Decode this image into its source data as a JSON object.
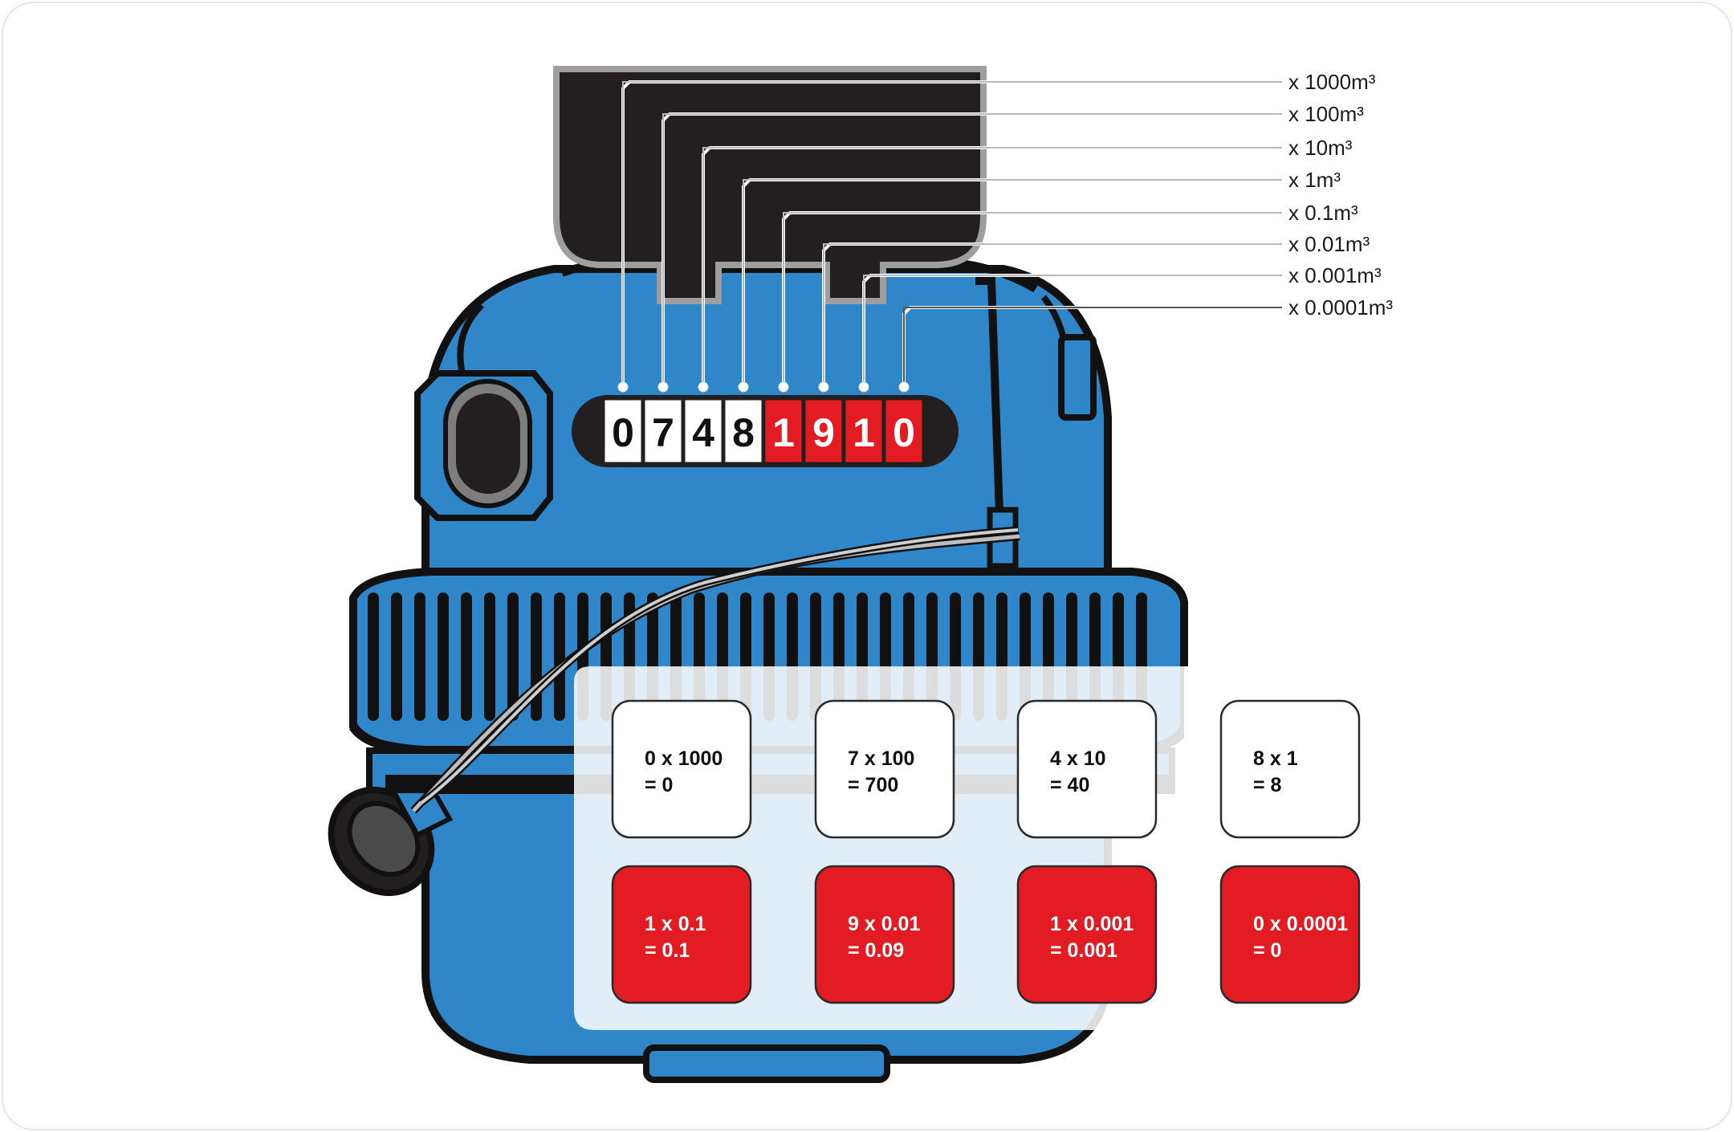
{
  "digits": [
    {
      "value": "0",
      "color": "white"
    },
    {
      "value": "7",
      "color": "white"
    },
    {
      "value": "4",
      "color": "white"
    },
    {
      "value": "8",
      "color": "white"
    },
    {
      "value": "1",
      "color": "red"
    },
    {
      "value": "9",
      "color": "red"
    },
    {
      "value": "1",
      "color": "red"
    },
    {
      "value": "0",
      "color": "red"
    }
  ],
  "multipliers": [
    "x 1000m³",
    "x 100m³",
    "x 10m³",
    "x 1m³",
    "x 0.1m³",
    "x 0.01m³",
    "x 0.001m³",
    "x 0.0001m³"
  ],
  "cards": {
    "white": [
      {
        "line1": "0 x 1000",
        "line2": "= 0"
      },
      {
        "line1": "7 x 100",
        "line2": "= 700"
      },
      {
        "line1": "4 x 10",
        "line2": "= 40"
      },
      {
        "line1": "8 x 1",
        "line2": "= 8"
      }
    ],
    "red": [
      {
        "line1": "1 x 0.1",
        "line2": "= 0.1"
      },
      {
        "line1": "9 x 0.01",
        "line2": "= 0.09"
      },
      {
        "line1": "1 x 0.001",
        "line2": "= 0.001"
      },
      {
        "line1": "0 x 0.0001",
        "line2": "= 0"
      }
    ]
  },
  "colors": {
    "meter_blue": "#2f86c8",
    "meter_dark": "#111111",
    "cover": "#231f20",
    "digit_red": "#e31c24",
    "leader_line": "#9a9a9a"
  }
}
